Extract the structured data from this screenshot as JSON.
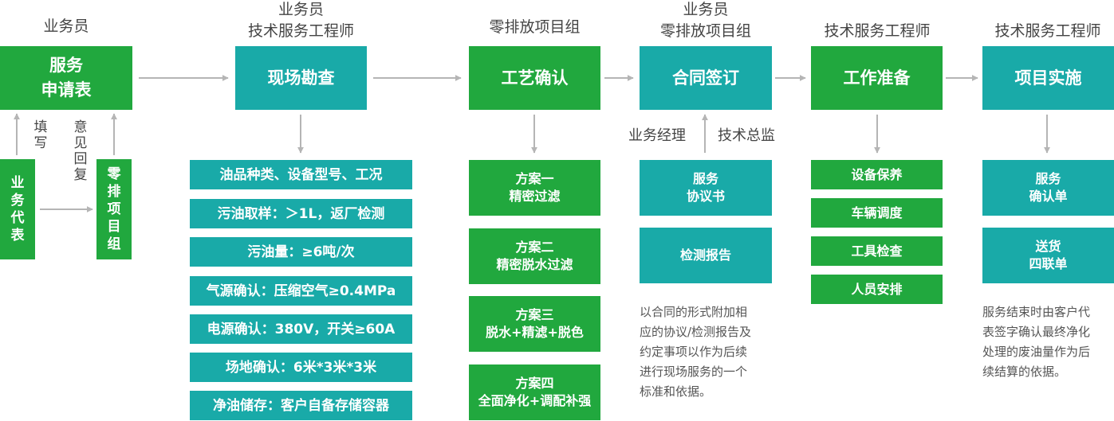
{
  "colors": {
    "green": "#21a83e",
    "teal": "#19aaa8",
    "arrow": "#b5b5b5",
    "text": "#444444"
  },
  "col1": {
    "role": "业务员",
    "main_box": "服务\n申请表",
    "left_box": "业\n务\n代\n表",
    "right_box": "零\n排\n项\n目\n组",
    "fill_label": "填\n写",
    "reply_label": "意\n见\n回\n复"
  },
  "col2": {
    "role_line1": "业务员",
    "role_line2": "技术服务工程师",
    "main_box": "现场勘查",
    "items": [
      "油品种类、设备型号、工况",
      "污油取样：＞1L，返厂检测",
      "污油量：≥6吨/次",
      "气源确认：压缩空气≥0.4MPa",
      "电源确认：380V，开关≥60A",
      "场地确认：6米*3米*3米",
      "净油储存：客户自备存储容器"
    ]
  },
  "col3": {
    "role": "零排放项目组",
    "main_box": "工艺确认",
    "items": [
      "方案一\n精密过滤",
      "方案二\n精密脱水过滤",
      "方案三\n脱水+精滤+脱色",
      "方案四\n全面净化+调配补强"
    ]
  },
  "col4": {
    "role_line1": "业务员",
    "role_line2": "零排放项目组",
    "main_box": "合同签订",
    "left_label": "业务经理",
    "right_label": "技术总监",
    "items": [
      "服务\n协议书",
      "检测报告"
    ],
    "note": "以合同的形式附加相\n应的协议/检测报告及\n约定事项以作为后续\n进行现场服务的一个\n标准和依据。"
  },
  "col5": {
    "role": "技术服务工程师",
    "main_box": "工作准备",
    "items": [
      "设备保养",
      "车辆调度",
      "工具检查",
      "人员安排"
    ]
  },
  "col6": {
    "role": "技术服务工程师",
    "main_box": "项目实施",
    "items": [
      "服务\n确认单",
      "送货\n四联单"
    ],
    "note": "服务结束时由客户代\n表签字确认最终净化\n处理的废油量作为后\n续结算的依据。"
  }
}
